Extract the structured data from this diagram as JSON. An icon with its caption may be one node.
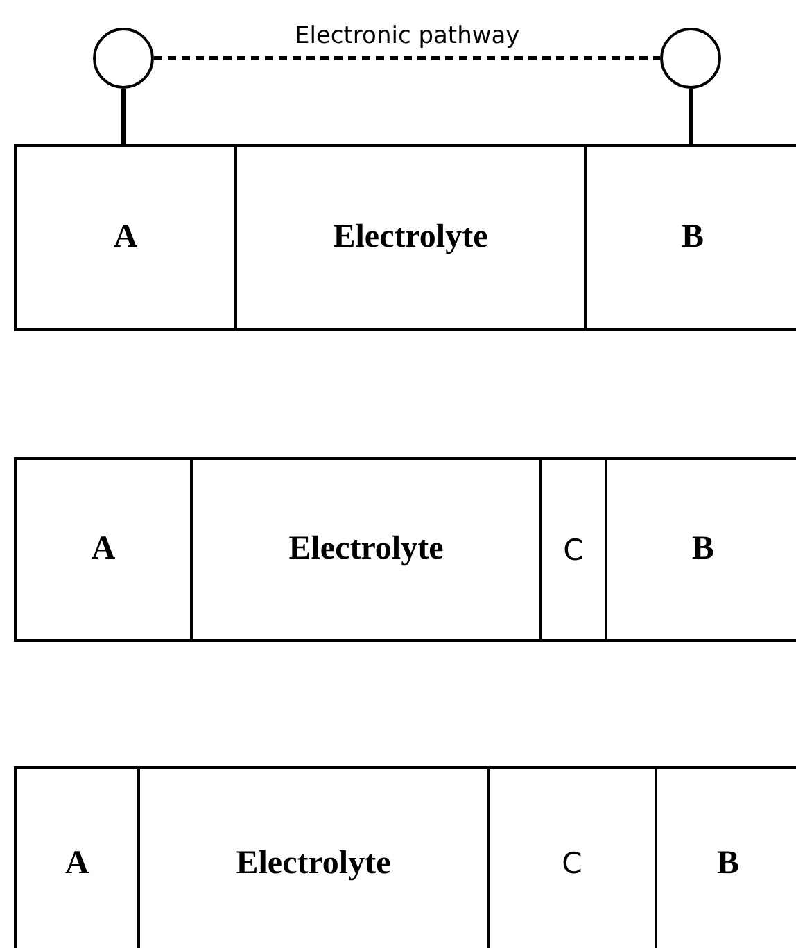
{
  "diagram": {
    "nodes": [
      {
        "text": [],
        "shape": "circle"
      },
      {
        "text": [],
        "shape": "circle"
      },
      {
        "text": [
          "A"
        ]
      },
      {
        "text": [
          "Electrolyte"
        ]
      },
      {
        "text": [
          "B"
        ]
      },
      {
        "text": [
          "A"
        ]
      },
      {
        "text": [
          "Electrolyte"
        ]
      },
      {
        "text": [
          "C"
        ]
      },
      {
        "text": [
          "B"
        ]
      },
      {
        "text": [
          "A"
        ]
      },
      {
        "text": [
          "Electrolyte"
        ]
      },
      {
        "text": [
          "C"
        ]
      },
      {
        "text": [
          "B"
        ]
      }
    ],
    "edges": [
      {
        "from": 0,
        "to": 1,
        "arrow": "none",
        "style": "dashed",
        "label": "Electronic pathway"
      },
      {
        "from": 0,
        "to": 2,
        "arrow": "none"
      },
      {
        "from": 1,
        "to": 4,
        "arrow": "none"
      }
    ]
  }
}
